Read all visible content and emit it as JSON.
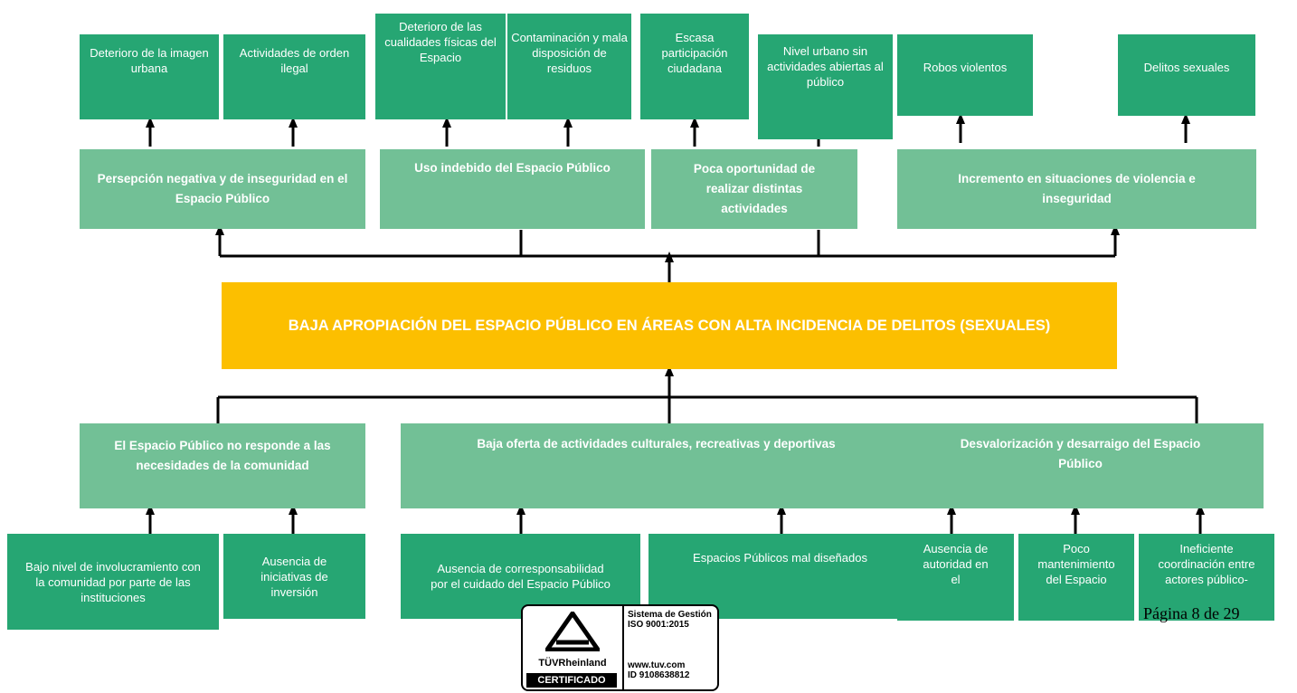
{
  "top_effects": [
    "Deterioro de la imagen urbana",
    "Actividades de orden ilegal",
    "Deterioro de las cualidades físicas del Espacio",
    "Contaminación y mala disposición de residuos",
    "Escasa participación ciudadana",
    "Nivel urbano sin actividades abiertas al público",
    "Robos violentos",
    "Delitos sexuales"
  ],
  "effects": [
    "Persepción negativa y de inseguridad en el Espacio Público",
    "Uso indebido del Espacio Público",
    "Poca oportunidad de realizar distintas actividades",
    "Incremento en situaciones de violencia e inseguridad"
  ],
  "core_problem": "BAJA APROPIACIÓN DEL ESPACIO PÚBLICO EN ÁREAS CON ALTA INCIDENCIA DE DELITOS (SEXUALES)",
  "causes": [
    "El Espacio Público no responde a las necesidades de la comunidad",
    "Baja oferta de actividades culturales, recreativas y deportivas",
    "Desvalorización y desarraigo del Espacio Público"
  ],
  "sub_causes": [
    "Bajo nivel de involucramiento con la comunidad por parte de las instituciones",
    "Ausencia de iniciativas de inversión",
    "Ausencia de corresponsabilidad por el cuidado del Espacio Público",
    "Espacios Públicos mal diseñados",
    "Ausencia de autoridad en el",
    "Poco mantenimiento del Espacio",
    "Ineficiente coordinación entre actores público-"
  ],
  "footer": {
    "page_label": "Página 8 de 29",
    "cert_system": "Sistema de Gestión",
    "cert_iso": "ISO 9001:2015",
    "cert_brand": "TÜVRheinland",
    "cert_badge": "CERTIFICADO",
    "cert_url": "www.tuv.com",
    "cert_id": "ID 9108638812"
  },
  "colors": {
    "dark_green": "#26a673",
    "light_green": "#72c096",
    "core_yellow": "#fcbf00"
  }
}
